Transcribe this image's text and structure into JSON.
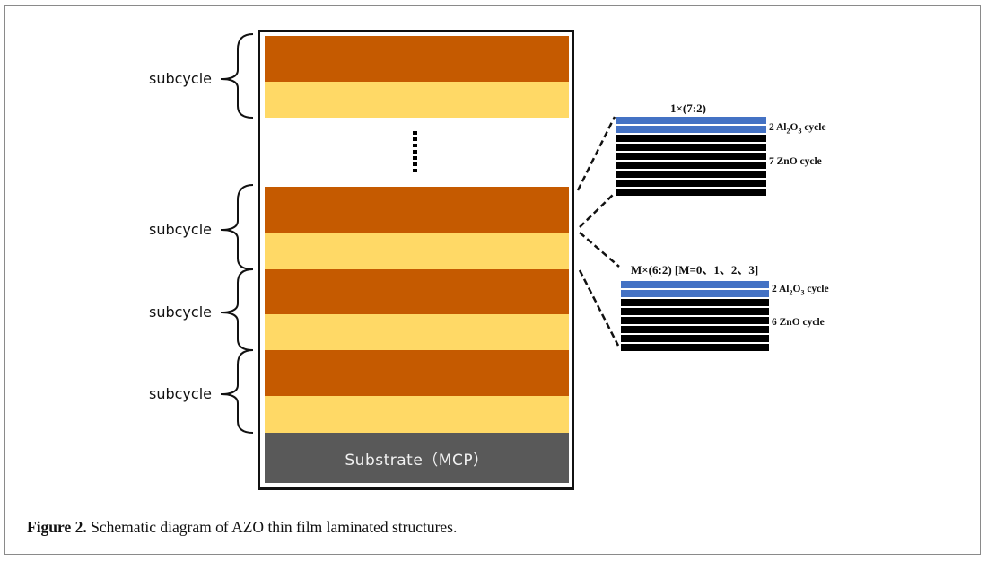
{
  "figure": {
    "caption_label": "Figure 2.",
    "caption_text": " Schematic diagram of AZO thin film laminated structures."
  },
  "stack": {
    "substrate_label": "Substrate（MCP）",
    "subcycle_label": "subcycle",
    "subcycle_groups": 4,
    "ellipsis": "⋮",
    "colors": {
      "zno_layer": "#c55a00",
      "al2o3_layer": "#ffd966",
      "substrate": "#595959",
      "border": "#111111"
    }
  },
  "details": [
    {
      "title": "1×(7:2)",
      "al2o3_label_prefix": "2 Al",
      "al2o3_label_sub1": "2",
      "al2o3_label_mid": "O",
      "al2o3_label_sub2": "3",
      "al2o3_label_suffix": " cycle",
      "al2o3_cycles": 2,
      "zno_label": "7 ZnO cycle",
      "zno_cycles": 7
    },
    {
      "title": "M×(6:2) [M=0、1、2、3]",
      "al2o3_label_prefix": "2 Al",
      "al2o3_label_sub1": "2",
      "al2o3_label_mid": "O",
      "al2o3_label_sub2": "3",
      "al2o3_label_suffix": " cycle",
      "al2o3_cycles": 2,
      "zno_label": "6 ZnO cycle",
      "zno_cycles": 6
    }
  ],
  "detail_colors": {
    "al2o3_cycle": "#4472c4",
    "zno_cycle": "#000000",
    "separator": "#cfcfcf"
  }
}
